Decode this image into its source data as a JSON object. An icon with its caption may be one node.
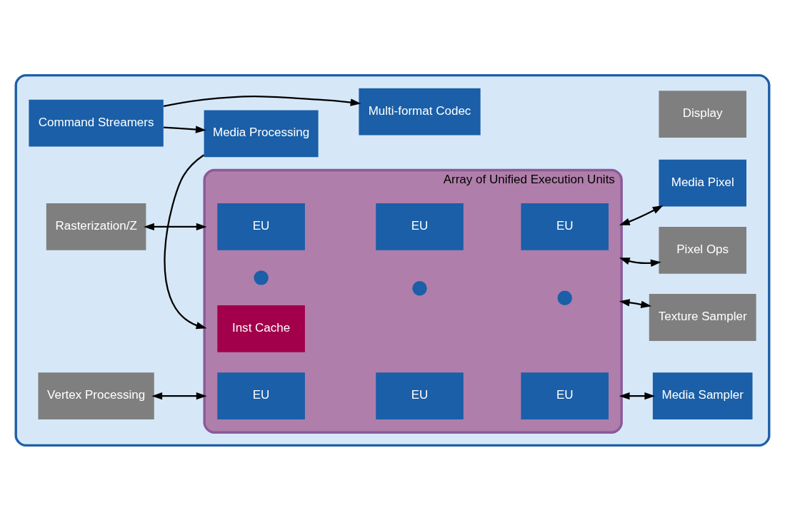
{
  "diagram": {
    "nodes": [
      {
        "text": [],
        "shape": "box"
      },
      {
        "text": [
          "Command Streamers"
        ],
        "in": 0
      },
      {
        "text": [
          "Media Processing"
        ],
        "in": 0
      },
      {
        "text": [
          "Multi-format Codec"
        ],
        "in": 0
      },
      {
        "text": [
          "Display"
        ],
        "in": 0
      },
      {
        "text": [
          "Vertex Processing"
        ],
        "in": 0
      },
      {
        "text": [
          "Array of Unified Execution Units"
        ],
        "in": 0
      },
      {
        "text": [
          "Inst Cache"
        ],
        "in": 6
      },
      {
        "text": [
          "EU"
        ],
        "in": 6
      },
      {
        "text": [
          "EU"
        ],
        "in": 6
      },
      {
        "text": [
          "EU"
        ],
        "in": 6
      },
      {
        "text": [],
        "shape": "circle",
        "in": 6
      },
      {
        "text": [],
        "shape": "circle",
        "in": 6
      },
      {
        "text": [],
        "shape": "circle",
        "in": 6
      },
      {
        "text": [
          "EU"
        ],
        "in": 6
      },
      {
        "text": [
          "EU"
        ],
        "in": 6
      },
      {
        "text": [
          "EU"
        ],
        "in": 6
      },
      {
        "text": [
          "Media Sampler"
        ],
        "in": 0
      },
      {
        "text": [
          "Rasterization/Z"
        ],
        "in": 0
      },
      {
        "text": [
          "Texture Sampler"
        ],
        "in": 0
      },
      {
        "text": [
          "Media Pixel"
        ],
        "in": 0
      },
      {
        "text": [
          "Pixel Ops"
        ],
        "in": 0
      }
    ],
    "edges": [
      {
        "from": 1,
        "to": 3,
        "arrow": "to"
      },
      {
        "from": 1,
        "to": 2,
        "arrow": "to"
      },
      {
        "from": 2,
        "to": 6,
        "arrow": "to"
      },
      {
        "from": 5,
        "to": 6,
        "arrow": "both"
      },
      {
        "from": 18,
        "to": 6,
        "arrow": "both"
      },
      {
        "from": 6,
        "to": 17,
        "arrow": "both"
      },
      {
        "from": 6,
        "to": 19,
        "arrow": "both"
      },
      {
        "from": 6,
        "to": 20,
        "arrow": "both"
      },
      {
        "from": 6,
        "to": 21,
        "arrow": "both"
      }
    ]
  }
}
